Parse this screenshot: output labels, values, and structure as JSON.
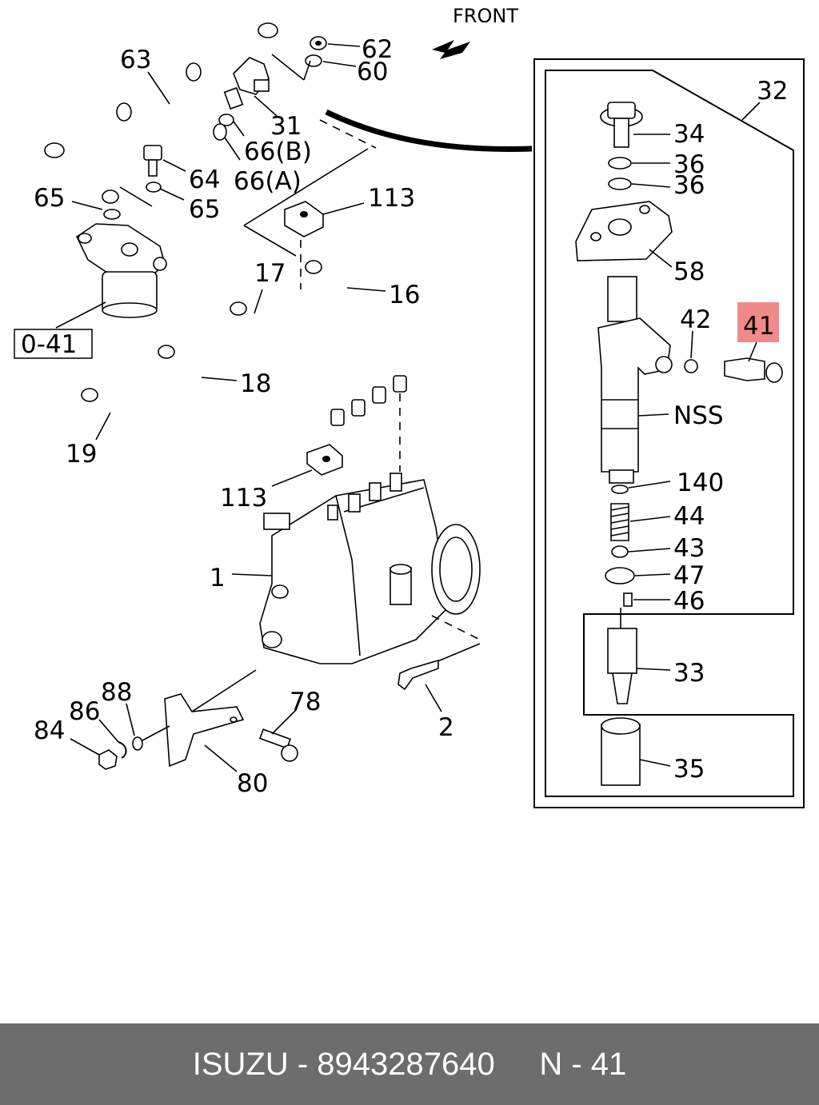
{
  "diagram": {
    "front_label": "FRONT",
    "ref_box_label": "0-41",
    "highlight_color": "#f08a8a",
    "labels": {
      "l63": "63",
      "l62": "62",
      "l60": "60",
      "l31": "31",
      "l66b": "66(B)",
      "l66a": "66(A)",
      "l64": "64",
      "l65a": "65",
      "l65b": "65",
      "l113a": "113",
      "l17": "17",
      "l16": "16",
      "l18": "18",
      "l19": "19",
      "l113b": "113",
      "l1": "1",
      "l88": "88",
      "l86": "86",
      "l84": "84",
      "l78": "78",
      "l80": "80",
      "l2": "2",
      "l32": "32",
      "l34": "34",
      "l36a": "36",
      "l36b": "36",
      "l58": "58",
      "l42": "42",
      "l41": "41",
      "lnss": "NSS",
      "l140": "140",
      "l44": "44",
      "l43": "43",
      "l47": "47",
      "l46": "46",
      "l33": "33",
      "l35": "35"
    }
  },
  "footer": {
    "brand": "ISUZU",
    "part_number": "8943287640",
    "page_ref": "N - 41"
  }
}
